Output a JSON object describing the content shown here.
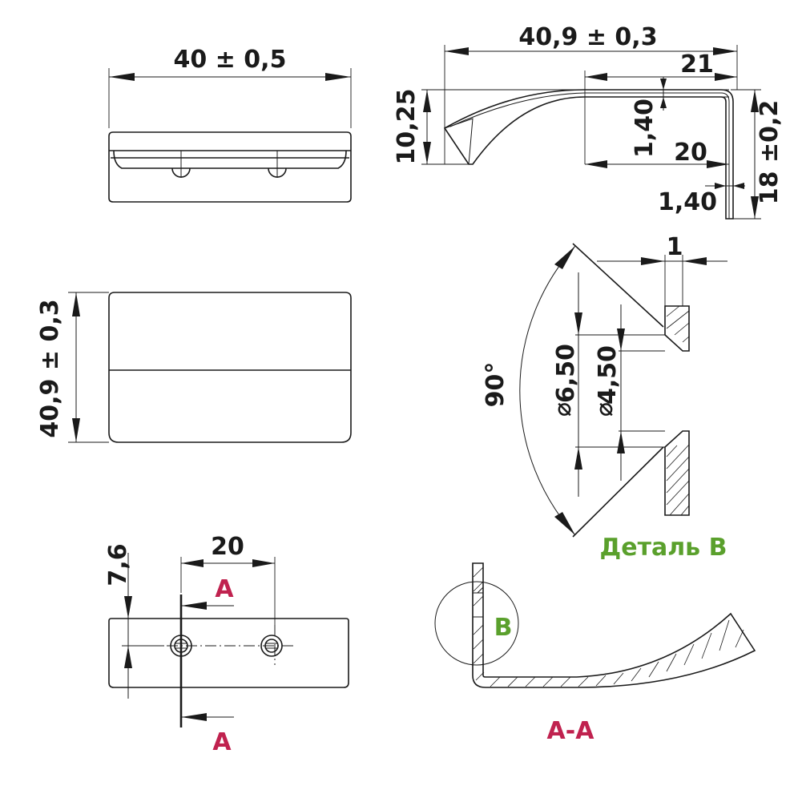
{
  "top_view": {
    "width_dim": "40 ± 0,5"
  },
  "side_view": {
    "length_dim": "40,9 ± 0,3",
    "dim_21": "21",
    "dim_10_25": "10,25",
    "dim_1_40_top": "1,40",
    "dim_20": "20",
    "dim_18": "18 ±0,2",
    "dim_1_40_bottom": "1,40"
  },
  "front_view": {
    "height_dim": "40,9 ± 0,3"
  },
  "detail_b": {
    "dim_1": "1",
    "angle": "90°",
    "dia_6_50": "6,50",
    "dia_4_50": "4,50",
    "diameter_symbol": "⌀",
    "title": "Деталь B"
  },
  "bottom_view": {
    "dim_20": "20",
    "dim_7_6": "7,6",
    "section_label_top": "A",
    "section_label_bottom": "A"
  },
  "section_view": {
    "detail_marker": "B",
    "title": "A-A"
  },
  "colors": {
    "section_labels": "#c0224f",
    "detail_labels": "#5aa02c",
    "lines": "#1a1a1a"
  }
}
